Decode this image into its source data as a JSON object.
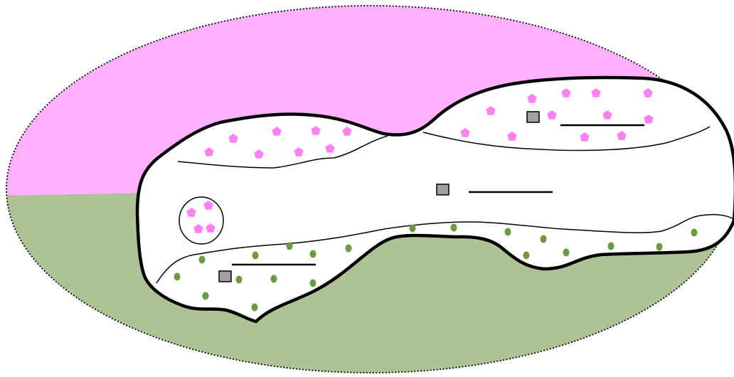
{
  "colors": {
    "background": "#ffffff",
    "upper_region": "#ffb0ff",
    "lower_region": "#adc395",
    "inner_region": "#ffffff",
    "outline": "#000000",
    "pentagon": "#ff80f0",
    "dot": "#6e9a3e",
    "square_fill": "#a0a0a0"
  },
  "icons": {
    "pentagon": "pink-pentagon-icon",
    "dot": "green-dot-icon",
    "square": "gray-square-icon"
  },
  "elements": {
    "outer_ellipse": "dotted-outer-ellipse",
    "upper_region": "pink-region",
    "lower_region": "green-region",
    "blob": "inner-white-blob",
    "small_circle": "pentagon-cluster-circle",
    "label_lines": [
      "label-line-top-right",
      "label-line-middle",
      "label-line-bottom-left"
    ]
  }
}
